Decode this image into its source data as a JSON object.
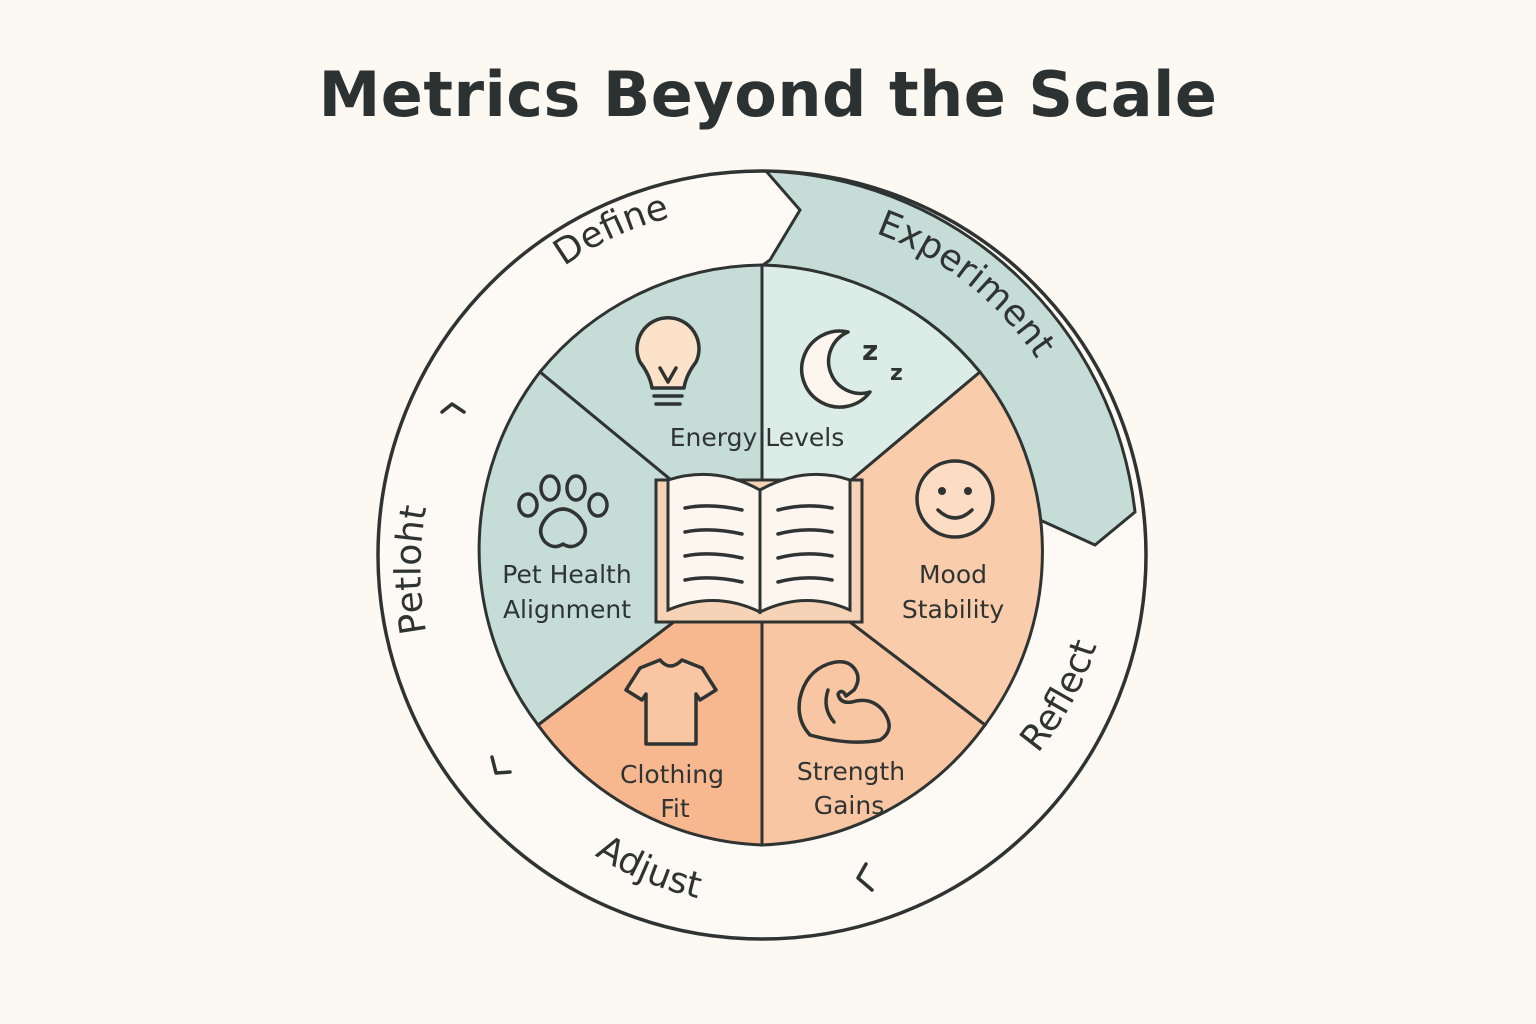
{
  "title": "Metrics Beyond the Scale",
  "ring": {
    "stages": [
      "Define",
      "Experiment",
      "Reflect",
      "Adjust",
      "Petloht"
    ]
  },
  "segments": [
    {
      "line1": "Energy",
      "line2": "Levels",
      "icon": "lightbulb-icon"
    },
    {
      "line1": "",
      "line2": "",
      "icon": "sleep-moon-icon"
    },
    {
      "line1": "Mood",
      "line2": "Stability",
      "icon": "smiley-face-icon"
    },
    {
      "line1": "Strength",
      "line2": "Gains",
      "icon": "flexed-arm-icon"
    },
    {
      "line1": "Clothing",
      "line2": "Fit",
      "icon": "t-shirt-icon"
    },
    {
      "line1": "Pet Health",
      "line2": "Alignment",
      "icon": "paw-print-icon"
    }
  ],
  "center_icon": "open-book-icon",
  "colors": {
    "background": "#fcf8f2",
    "teal": "#c5ddd6",
    "teal_light": "#dcece6",
    "orange": "#f7b88f",
    "orange_light": "#f9ccab",
    "outline": "#2f3433"
  }
}
